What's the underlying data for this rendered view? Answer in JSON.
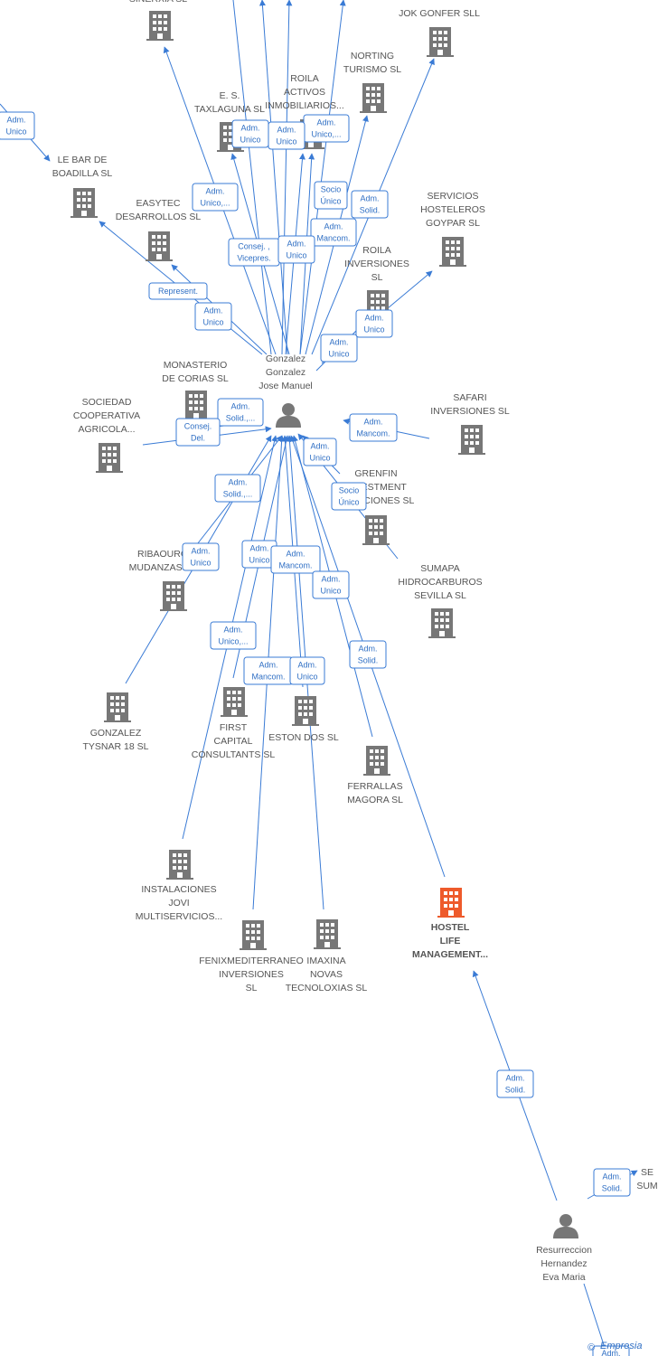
{
  "colors": {
    "edge": "#3a7bd5",
    "company": "#777777",
    "focus_company": "#ee5a2b",
    "person": "#777777",
    "label": "#555555"
  },
  "watermark": {
    "symbol": "©",
    "text": "Empresia"
  },
  "persons": [
    {
      "id": "p1",
      "lines": [
        "Gonzalez",
        "Gonzalez",
        "Jose Manuel"
      ]
    },
    {
      "id": "p2",
      "lines": [
        "Resurreccion",
        "Hernandez",
        "Eva Maria"
      ]
    }
  ],
  "companies": [
    {
      "id": "sinergia",
      "lines": [
        "SINERXIA SL"
      ]
    },
    {
      "id": "jok",
      "lines": [
        "JOK GONFER SLL"
      ]
    },
    {
      "id": "norting",
      "lines": [
        "NORTING",
        "TURISMO  SL"
      ]
    },
    {
      "id": "roila_activos",
      "lines": [
        "ROILA",
        "ACTIVOS",
        "INMOBILIARIOS..."
      ]
    },
    {
      "id": "es_tax",
      "lines": [
        "E. S.",
        "TAXLAGUNA  SL"
      ]
    },
    {
      "id": "lebar",
      "lines": [
        "LE BAR DE",
        "BOADILLA  SL"
      ]
    },
    {
      "id": "easytec",
      "lines": [
        "EASYTEC",
        "DESARROLLOS SL"
      ]
    },
    {
      "id": "servicios_h",
      "lines": [
        "SERVICIOS",
        "HOSTELEROS",
        "GOYPAR SL"
      ]
    },
    {
      "id": "roila_inv",
      "lines": [
        "ROILA",
        "INVERSIONES",
        "SL"
      ]
    },
    {
      "id": "monasterio",
      "lines": [
        "MONASTERIO",
        "DE CORIAS SL"
      ]
    },
    {
      "id": "sociedad",
      "lines": [
        "SOCIEDAD",
        "COOPERATIVA",
        "AGRICOLA..."
      ]
    },
    {
      "id": "safari",
      "lines": [
        "SAFARI",
        "INVERSIONES SL"
      ]
    },
    {
      "id": "grenfin",
      "lines": [
        "GRENFIN",
        "INVESTMENT",
        "SOLUCIONES SL"
      ]
    },
    {
      "id": "sumapa",
      "lines": [
        "SUMAPA",
        "HIDROCARBUROS",
        "SEVILLA  SL"
      ]
    },
    {
      "id": "ribaouro",
      "lines": [
        "RIBAOURO",
        "MUDANZAS SL"
      ]
    },
    {
      "id": "gonzalez_t",
      "lines": [
        "GONZALEZ",
        "TYSNAR 18  SL"
      ]
    },
    {
      "id": "first",
      "lines": [
        "FIRST",
        "CAPITAL",
        "CONSULTANTS SL"
      ]
    },
    {
      "id": "eston",
      "lines": [
        "ESTON DOS  SL"
      ]
    },
    {
      "id": "ferrallas",
      "lines": [
        "FERRALLAS",
        "MAGORA SL"
      ]
    },
    {
      "id": "instalaciones",
      "lines": [
        "INSTALACIONES",
        "JOVI",
        "MULTISERVICIOS..."
      ]
    },
    {
      "id": "hostel",
      "lines": [
        "HOSTEL",
        "LIFE",
        "MANAGEMENT..."
      ]
    },
    {
      "id": "fenix",
      "lines": [
        "FENIXMEDITERRANEO",
        "INVERSIONES",
        "SL"
      ]
    },
    {
      "id": "imaxina",
      "lines": [
        "IMAXINA",
        "NOVAS",
        "TECNOLOXIAS SL"
      ]
    },
    {
      "id": "se_sum",
      "lines": [
        "SE",
        "SUM"
      ]
    }
  ],
  "edges": [
    {
      "from": "p1",
      "to": "sinergia"
    },
    {
      "from": "p1",
      "to": "jok",
      "role": [
        "Adm.",
        "Solid."
      ]
    },
    {
      "from": "p1",
      "to": "norting",
      "role": [
        "Socio",
        "Único"
      ]
    },
    {
      "from": "p1",
      "to": "roila_activos",
      "role": [
        "Adm.",
        "Unico,..."
      ]
    },
    {
      "from": "p1",
      "to": "roila_activos",
      "role": [
        "Adm.",
        "Mancom."
      ]
    },
    {
      "from": "p1",
      "to": "es_tax",
      "role": [
        "Adm.",
        "Unico"
      ]
    },
    {
      "from": "p1",
      "to": "es_tax",
      "role": [
        "Adm.",
        "Unico"
      ]
    },
    {
      "from": "p1",
      "to": "easytec",
      "role": [
        "Adm.",
        "Unico"
      ]
    },
    {
      "from": "p1",
      "to": "sinergia",
      "role": [
        "Adm.",
        "Unico,..."
      ]
    },
    {
      "from": "p1",
      "to": "lebar",
      "role": [
        "Represent."
      ]
    },
    {
      "from": "p1",
      "to": "roila_activos",
      "role": [
        "Consej. ,",
        "Vicepres."
      ]
    },
    {
      "from": "p1",
      "to": "roila_activos",
      "role": [
        "Adm.",
        "Unico"
      ]
    },
    {
      "from": "p1",
      "to": "servicios_h",
      "role": [
        "Adm.",
        "Unico"
      ]
    },
    {
      "from": "p1",
      "to": "roila_inv",
      "role": [
        "Adm.",
        "Unico"
      ]
    },
    {
      "from": "p1",
      "to": "monasterio",
      "role": [
        "Adm.",
        "Solid.,..."
      ]
    },
    {
      "from": "p1",
      "to": "sociedad",
      "role": [
        "Consej.",
        "Del."
      ]
    },
    {
      "from": "p1",
      "to": "safari",
      "role": [
        "Adm.",
        "Mancom."
      ]
    },
    {
      "from": "p1",
      "to": "grenfin",
      "role": [
        "Adm.",
        "Unico"
      ]
    },
    {
      "from": "p1",
      "to": "sumapa",
      "role": [
        "Socio",
        "Único"
      ]
    },
    {
      "from": "p1",
      "to": "ribaouro",
      "role": [
        "Adm.",
        "Solid.,..."
      ]
    },
    {
      "from": "p1",
      "to": "gonzalez_t",
      "role": [
        "Adm.",
        "Unico"
      ]
    },
    {
      "from": "p1",
      "to": "first",
      "role": [
        "Adm.",
        "Unico"
      ]
    },
    {
      "from": "p1",
      "to": "eston",
      "role": [
        "Adm.",
        "Mancom."
      ]
    },
    {
      "from": "p1",
      "to": "ferrallas",
      "role": [
        "Adm.",
        "Unico"
      ]
    },
    {
      "from": "p1",
      "to": "instalaciones",
      "role": [
        "Adm.",
        "Unico,..."
      ]
    },
    {
      "from": "p1",
      "to": "hostel",
      "role": [
        "Adm.",
        "Solid."
      ]
    },
    {
      "from": "p1",
      "to": "fenix",
      "role": [
        "Adm.",
        "Mancom."
      ]
    },
    {
      "from": "p1",
      "to": "imaxina",
      "role": [
        "Adm.",
        "Unico"
      ]
    },
    {
      "from": "p2",
      "to": "hostel",
      "role": [
        "Adm.",
        "Solid."
      ]
    },
    {
      "from": "p2",
      "to": "se_sum",
      "role": [
        "Adm.",
        "Solid."
      ]
    },
    {
      "from": "offleft",
      "to": "lebar",
      "role": [
        "Adm.",
        "Unico"
      ]
    },
    {
      "from": "p2",
      "to": "offbottom",
      "role": [
        "Adm."
      ]
    }
  ]
}
